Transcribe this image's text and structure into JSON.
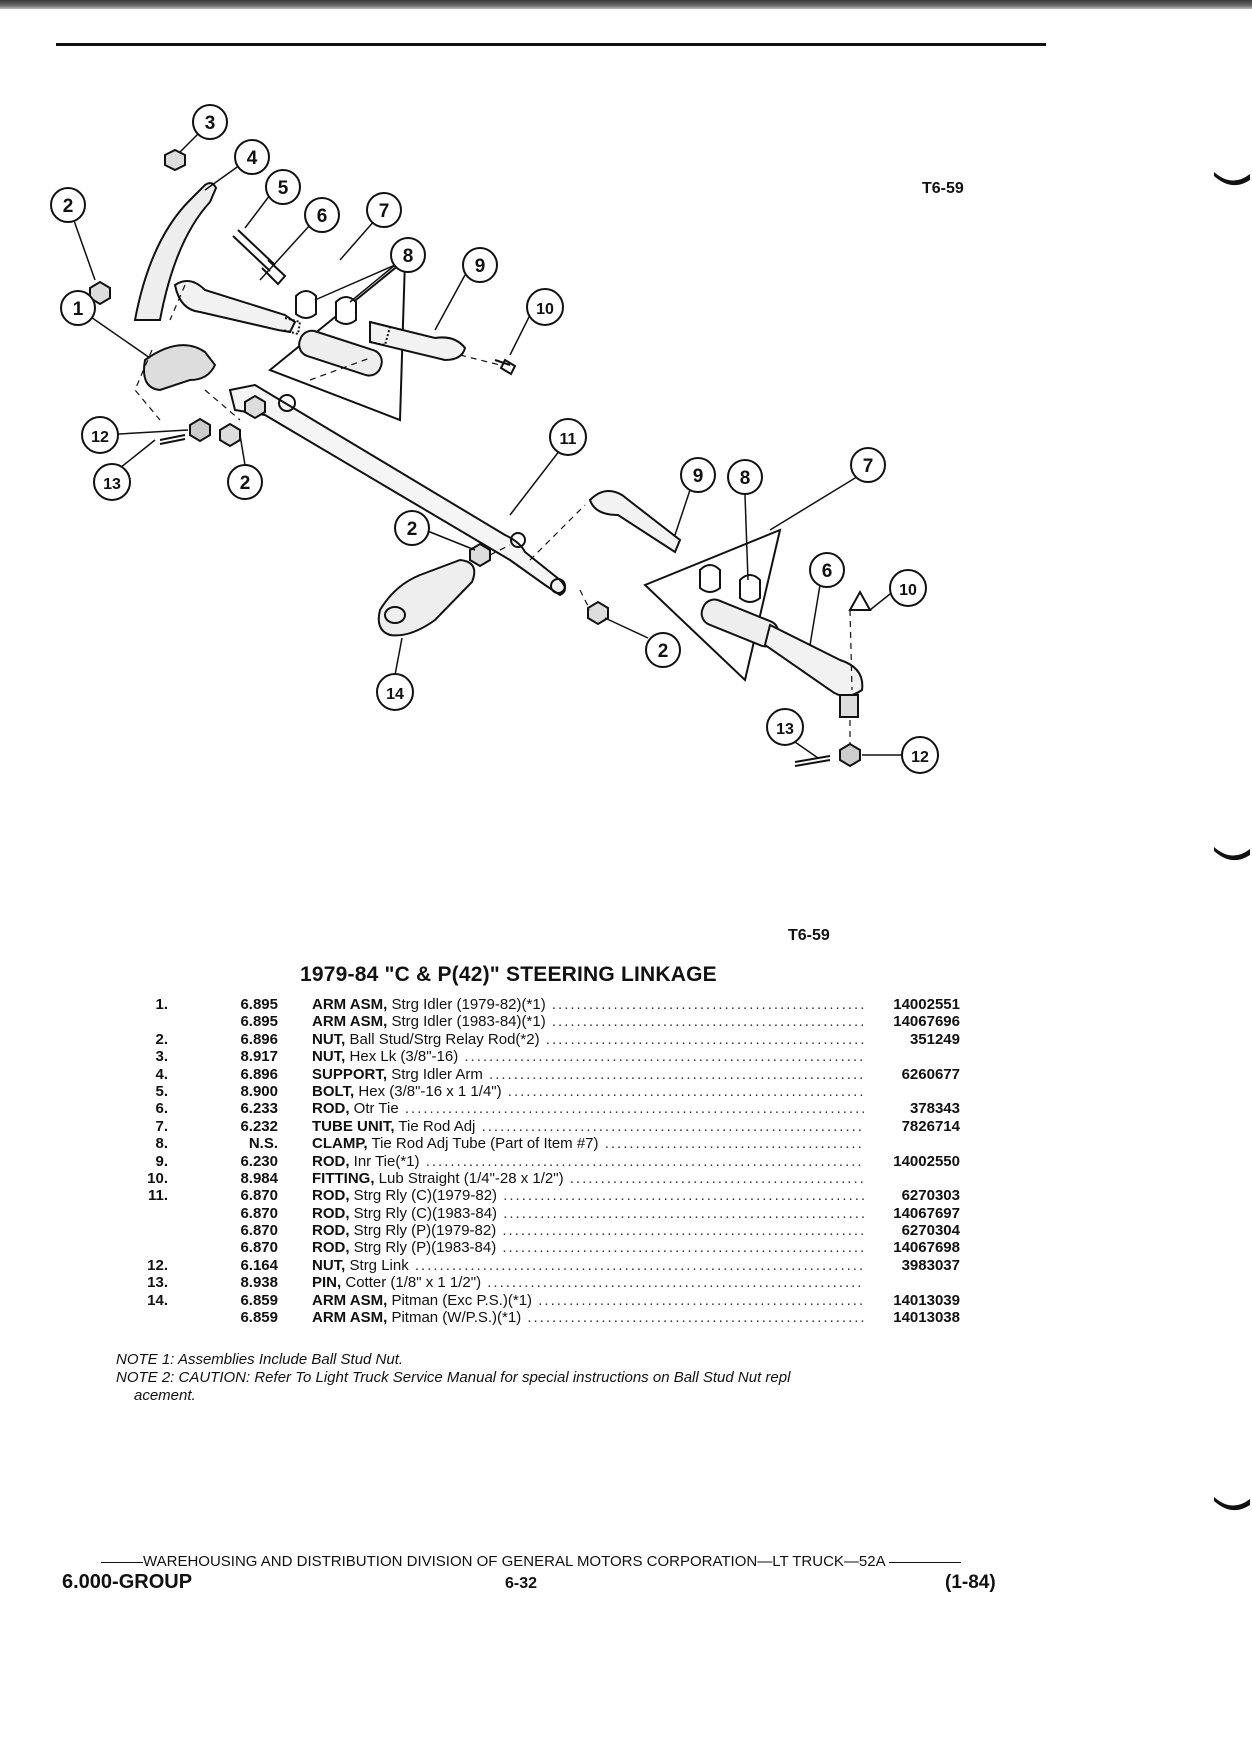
{
  "figure_code_top": "T6-59",
  "figure_code_bottom": "T6-59",
  "callouts": [
    "1",
    "2",
    "3",
    "4",
    "5",
    "6",
    "7",
    "8",
    "9",
    "10",
    "11",
    "12",
    "13",
    "14"
  ],
  "title": "1979-84 \"C & P(42)\" STEERING LINKAGE",
  "parts": [
    {
      "index": "1.",
      "group": "6.895",
      "name": "ARM ASM,",
      "desc": "Strg Idler (1979-82)(*1)",
      "part": "14002551"
    },
    {
      "index": "",
      "group": "6.895",
      "name": "ARM ASM,",
      "desc": "Strg Idler (1983-84)(*1)",
      "part": "14067696"
    },
    {
      "index": "2.",
      "group": "6.896",
      "name": "NUT,",
      "desc": "Ball Stud/Strg Relay Rod(*2)",
      "part": "351249"
    },
    {
      "index": "3.",
      "group": "8.917",
      "name": "NUT,",
      "desc": "Hex Lk (3/8\"-16)",
      "part": ""
    },
    {
      "index": "4.",
      "group": "6.896",
      "name": "SUPPORT,",
      "desc": "Strg Idler Arm",
      "part": "6260677"
    },
    {
      "index": "5.",
      "group": "8.900",
      "name": "BOLT,",
      "desc": "Hex (3/8\"-16 x 1 1/4\")",
      "part": ""
    },
    {
      "index": "6.",
      "group": "6.233",
      "name": "ROD,",
      "desc": "Otr Tie",
      "part": "378343"
    },
    {
      "index": "7.",
      "group": "6.232",
      "name": "TUBE UNIT,",
      "desc": "Tie Rod Adj",
      "part": "7826714"
    },
    {
      "index": "8.",
      "group": "N.S.",
      "name": "CLAMP,",
      "desc": "Tie Rod Adj Tube (Part of Item #7)",
      "part": ""
    },
    {
      "index": "9.",
      "group": "6.230",
      "name": "ROD,",
      "desc": "Inr Tie(*1)",
      "part": "14002550"
    },
    {
      "index": "10.",
      "group": "8.984",
      "name": "FITTING,",
      "desc": "Lub Straight (1/4\"-28 x 1/2\")",
      "part": ""
    },
    {
      "index": "11.",
      "group": "6.870",
      "name": "ROD,",
      "desc": "Strg Rly (C)(1979-82)",
      "part": "6270303"
    },
    {
      "index": "",
      "group": "6.870",
      "name": "ROD,",
      "desc": "Strg Rly (C)(1983-84)",
      "part": "14067697"
    },
    {
      "index": "",
      "group": "6.870",
      "name": "ROD,",
      "desc": "Strg Rly (P)(1979-82)",
      "part": "6270304"
    },
    {
      "index": "",
      "group": "6.870",
      "name": "ROD,",
      "desc": "Strg Rly (P)(1983-84)",
      "part": "14067698"
    },
    {
      "index": "12.",
      "group": "6.164",
      "name": "NUT,",
      "desc": "Strg Link",
      "part": "3983037"
    },
    {
      "index": "13.",
      "group": "8.938",
      "name": "PIN,",
      "desc": "Cotter (1/8\" x 1 1/2\")",
      "part": ""
    },
    {
      "index": "14.",
      "group": "6.859",
      "name": "ARM ASM,",
      "desc": "Pitman (Exc P.S.)(*1)",
      "part": "14013039"
    },
    {
      "index": "",
      "group": "6.859",
      "name": "ARM ASM,",
      "desc": "Pitman (W/P.S.)(*1)",
      "part": "14013038"
    }
  ],
  "notes": {
    "note1": "NOTE 1: Assemblies Include Ball Stud Nut.",
    "note2": "NOTE 2: CAUTION: Refer To Light Truck Service Manual for special instructions on Ball Stud Nut repl",
    "note2_cont": "acement."
  },
  "footer": {
    "line": "WAREHOUSING AND DISTRIBUTION DIVISION OF GENERAL MOTORS CORPORATION—LT TRUCK—52A",
    "group": "6.000-GROUP",
    "page": "6-32",
    "date": "(1-84)"
  }
}
